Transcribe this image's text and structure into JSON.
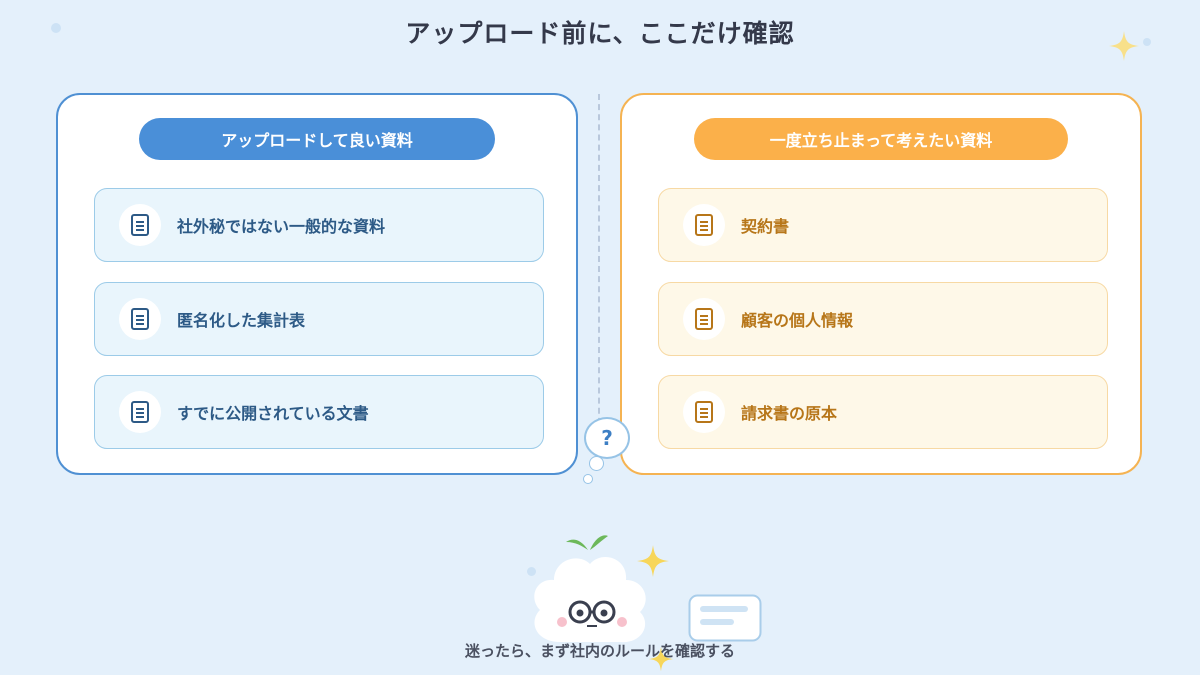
{
  "title": "アップロード前に、ここだけ確認",
  "left_panel": {
    "heading": "アップロードして良い資料",
    "items": [
      {
        "label": "社外秘ではない一般的な資料"
      },
      {
        "label": "匿名化した集計表"
      },
      {
        "label": "すでに公開されている文書"
      }
    ],
    "color": "#4a8fd8"
  },
  "right_panel": {
    "heading": "一度立ち止まって考えたい資料",
    "items": [
      {
        "label": "契約書"
      },
      {
        "label": "顧客の個人情報"
      },
      {
        "label": "請求書の原本"
      }
    ],
    "color": "#fbb04a"
  },
  "bubble_symbol": "?",
  "caption": "迷ったら、まず社内のルールを確認する",
  "icons": [
    "document-icon",
    "question-bubble-icon",
    "sparkle-icon",
    "cloud-mascot-icon",
    "speech-card-icon"
  ]
}
